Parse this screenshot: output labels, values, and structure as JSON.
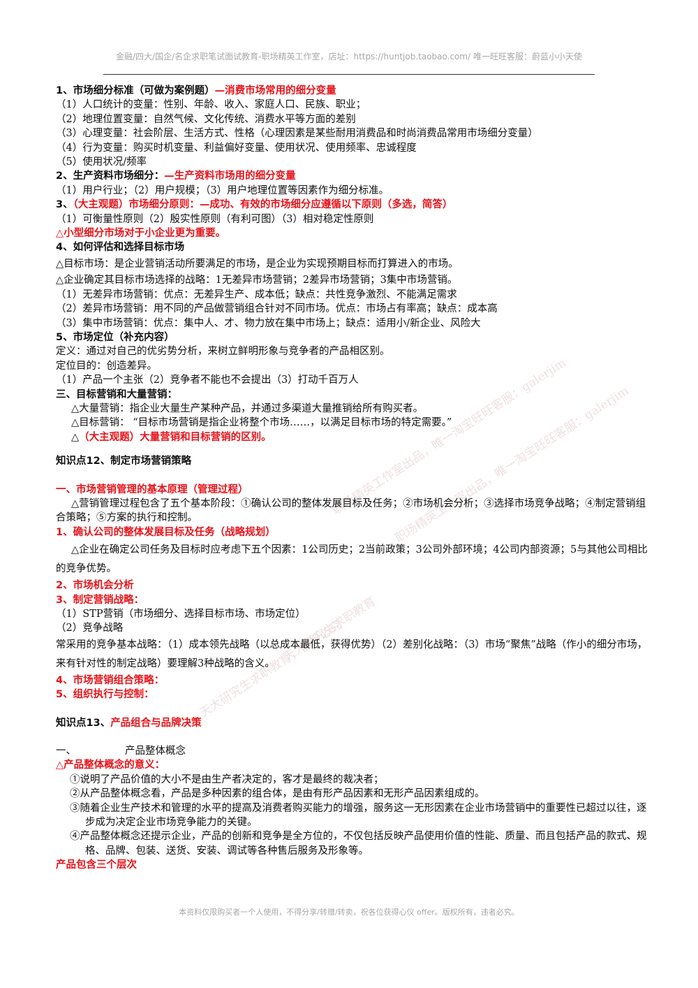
{
  "header": "金融/四大/国企/名企求职笔试面试教育-职场精英工作室，店址：https://huntjob.taobao.com/ 唯一旺旺客服：蔚蓝小小天使",
  "lines": [
    [
      "1、市场细分标准（可做为案例题）",
      "—消费市场常用的细分变量"
    ],
    "（1）人口统计的变量：性别、年龄、收入、家庭人口、民族、职业；",
    "（2）地理位置变量：自然气候、文化传统、消费水平等方面的差别",
    "（3）心理变量：社会阶层、生活方式、性格（心理因素是某些耐用消费品和时尚消费品常用市场细分变量）",
    "（4）行为变量：购买时机变量、利益偏好变量、使用状况、使用频率、忠诚程度",
    "（5）使用状况/频率",
    [
      "2、生产资料市场细分：",
      "—生产资料市场用的细分变量"
    ],
    "（1）用户行业；（2）用户规模；（3）用户地理位置等因素作为细分标准。",
    [
      "3、",
      "（大主观题）市场细分原则：—成功、有效的市场细分应遵循以下原则（多选，简答）"
    ],
    "（1）可衡量性原则（2）殷实性原则（有利可图）（3）相对稳定性原则",
    "△小型细分市场对于小企业更为重要。",
    "4、如何评估和选择目标市场",
    "△目标市场：是企业营销活动所要满足的市场，是企业为实现预期目标而打算进入的市场。",
    "△企业确定其目标市场选择的战略：1无差异市场营销；2差异市场营销；3集中市场营销。",
    "（1）无差异市场营销：优点：无差异生产、成本低；缺点：共性竞争激烈、不能满足需求",
    "（2）差异市场营销：用不同的产品做营销组合针对不同市场。优点：市场占有率高；缺点：成本高",
    "（3）集中市场营销：优点：集中人、才、物力放在集中市场上；缺点：适用小/新企业、风险大",
    "5、市场定位（补充内容）",
    "定义：通过对自己的优劣势分析，来树立鲜明形象与竞争者的产品相区别。",
    "定位目的：创造差异。",
    "（1）产品一个主张（2）竞争者不能也不会提出（3）打动千百万人",
    "三、目标营销和大量营销：",
    "△大量营销：指企业大量生产某种产品，并通过多渠道大量推销给所有购买者。",
    "△目标营销：  “目标市场营销是指企业将整个市场……，以满足目标市场的特定需要。”",
    [
      "△",
      "（大主观题）大量营销和目标营销的区别。"
    ],
    "知识点12、制定市场营销策略",
    "一、市场营销管理的基本原理（管理过程）",
    "△营销管理过程包含了五个基本阶段：①确认公司的整体发展目标及任务；②市场机会分析；③选择市场竞争战略；④制定营销组合策略；⑤方案的执行和控制。",
    "1、确认公司的整体发展目标及任务（战略规划）",
    "△企业在确定公司任务及目标时应考虑下五个因素：1公司历史；2当前政策；3公司外部环境；4公司内部资源；5与其他公司相比的竞争优势。",
    "2、市场机会分析",
    "3、制定营销战略：",
    "（1）STP营销（市场细分、选择目标市场、市场定位）",
    "（2）竞争战略",
    "常采用的竞争基本战略：（1）成本领先战略（以总成本最低，获得优势）（2）差别化战略：（3）市场“聚焦”战略（作小的细分市场，来有针对性的制定战略）要理解3种战略的含义。",
    "4、市场营销组合策略：",
    "5、组织执行与控制：",
    [
      "知识点13、",
      "产品组合与品牌决策"
    ],
    [
      "一、",
      "产品整体概念"
    ],
    "△产品整体概念的意义：",
    "①说明了产品价值的大小不是由生产者决定的，客才是最终的裁决者；",
    "②从产品整体概念看，产品是多种因素的组合体，是由有形产品因素和无形产品因素组成的。",
    "③随着企业生产技术和管理的水平的提高及消费者购买能力的增强，服务这一无形因素在企业市场营销中的重要性已超过以往，逐步成为决定企业市场竞争能力的关键。",
    "④产品整体概念还提示企业，产品的创新和竞争是全方位的，不仅包括反映产品使用价值的性能、质量、而且包括产品的款式、规格、品牌、包装、送货、安装、调试等各种售后服务及形象等。",
    "产品包含三个层次"
  ],
  "footer": "本资料仅限购买者一个人使用，不得分享/转赠/转卖，祝各位获得心仪 offer。版权所有，违者必究。",
  "watermarks": [
    "职场精英工作室出品，唯一淘宝旺旺客服：galerjim",
    "天大研究生求职教育，侵权必究",
    "职场精英工作室出品，唯一淘宝旺旺客服：galerjim",
    "天大研究生求职教育"
  ]
}
